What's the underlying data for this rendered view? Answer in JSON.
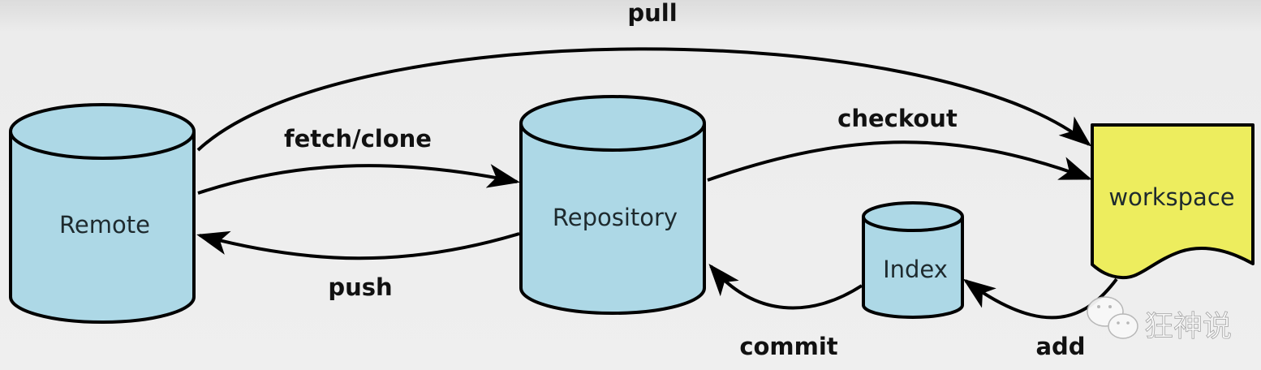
{
  "diagram": {
    "title": "Git workflow",
    "colors": {
      "store_fill": "#add8e6",
      "workspace_fill": "#eded5e",
      "stroke": "#000000",
      "background": "#efefef"
    },
    "nodes": {
      "remote": {
        "label": "Remote",
        "shape": "cylinder"
      },
      "repository": {
        "label": "Repository",
        "shape": "cylinder"
      },
      "index": {
        "label": "Index",
        "shape": "cylinder"
      },
      "workspace": {
        "label": "workspace",
        "shape": "document"
      }
    },
    "edges": {
      "pull": {
        "label": "pull",
        "from": "Remote",
        "to": "workspace"
      },
      "fetch_clone": {
        "label": "fetch/clone",
        "from": "Remote",
        "to": "Repository"
      },
      "push": {
        "label": "push",
        "from": "Repository",
        "to": "Remote"
      },
      "checkout": {
        "label": "checkout",
        "from": "Repository",
        "to": "workspace"
      },
      "commit": {
        "label": "commit",
        "from": "Index",
        "to": "Repository"
      },
      "add": {
        "label": "add",
        "from": "workspace",
        "to": "Index"
      }
    }
  },
  "watermark": {
    "icon": "wechat-icon",
    "text": "狂神说"
  }
}
